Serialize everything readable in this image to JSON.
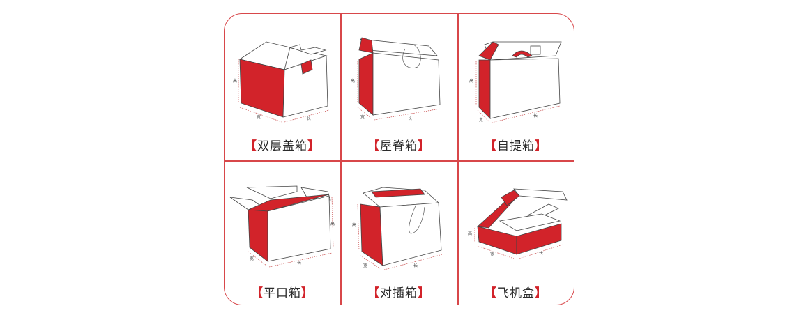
{
  "colors": {
    "accent": "#d2232a",
    "border": "#d8474a"
  },
  "dim_labels": {
    "height": "高",
    "width": "宽",
    "length": "长"
  },
  "boxes": [
    {
      "name": "双层盖箱",
      "bracket_open": "【",
      "bracket_close": "】"
    },
    {
      "name": "屋脊箱",
      "bracket_open": "【",
      "bracket_close": "】"
    },
    {
      "name": "自提箱",
      "bracket_open": "【",
      "bracket_close": "】"
    },
    {
      "name": "平口箱",
      "bracket_open": "【",
      "bracket_close": "】"
    },
    {
      "name": "对插箱",
      "bracket_open": "【",
      "bracket_close": "】"
    },
    {
      "name": "飞机盒",
      "bracket_open": "【",
      "bracket_close": "】"
    }
  ]
}
